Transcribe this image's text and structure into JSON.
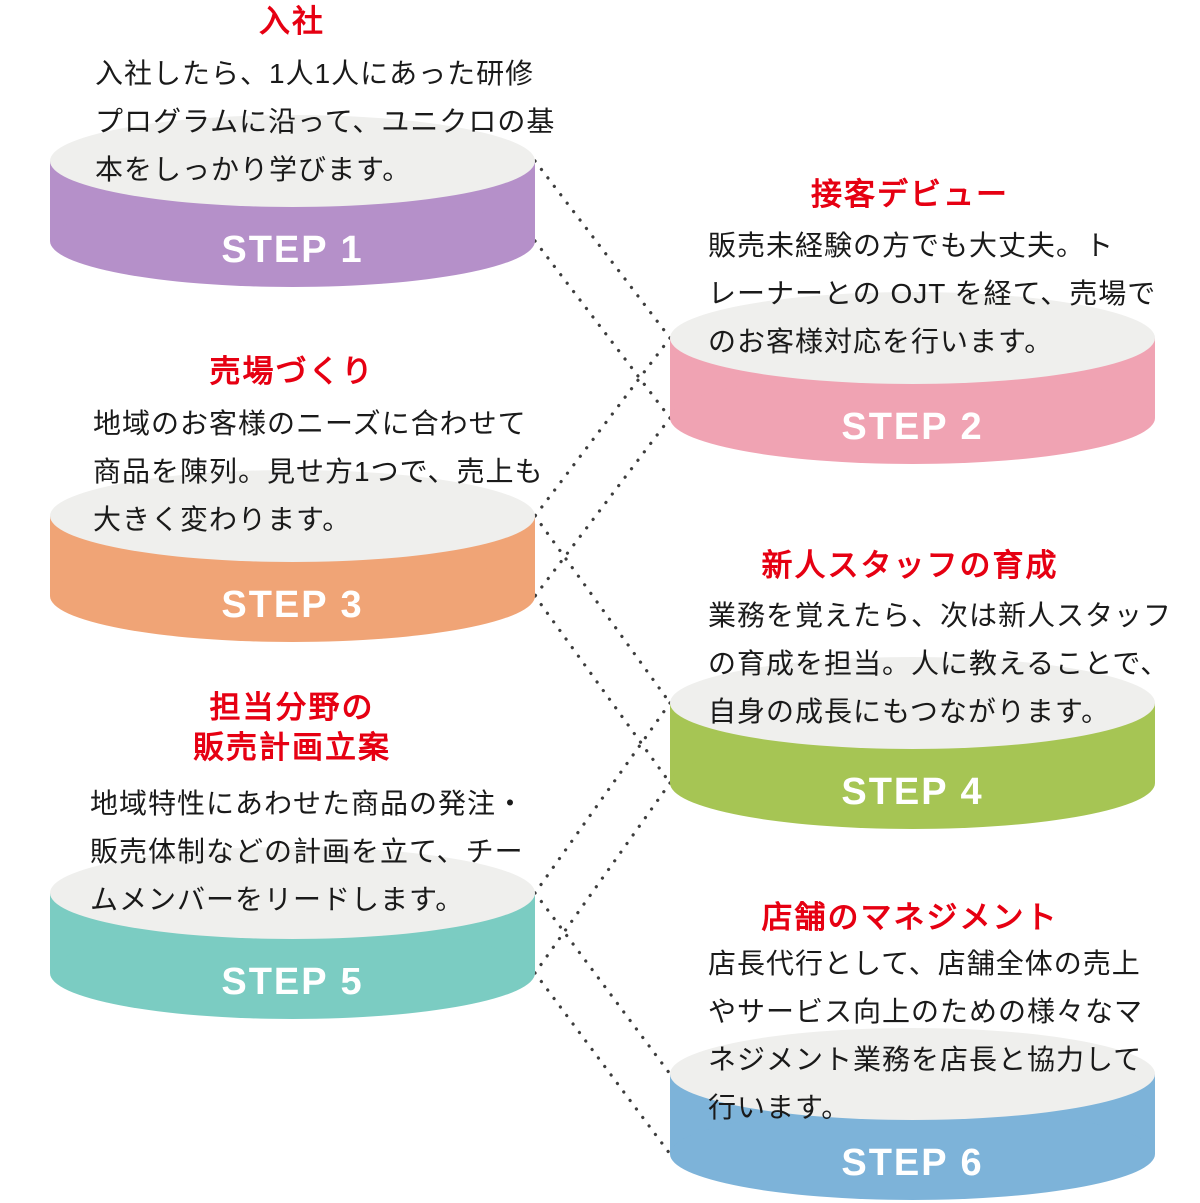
{
  "colors": {
    "title_red": "#e60012",
    "desc_text": "#1a1a1a",
    "disc_top": "#efefed",
    "step_label_text": "#ffffff",
    "connector_dot": "#3d3d3d",
    "background": "#ffffff"
  },
  "steps": [
    {
      "label": "STEP 1",
      "title_lines": [
        "入社"
      ],
      "desc_lines": [
        "入社したら、1人1人にあった研修",
        "プログラムに沿って、ユニクロの基",
        "本をしっかり学びます。"
      ],
      "color": "#b590c9"
    },
    {
      "label": "STEP 2",
      "title_lines": [
        "接客デビュー"
      ],
      "desc_lines": [
        "販売未経験の方でも大丈夫。ト",
        "レーナーとの OJT を経て、売場で",
        "のお客様対応を行います。"
      ],
      "color": "#f0a3b3"
    },
    {
      "label": "STEP 3",
      "title_lines": [
        "売場づくり"
      ],
      "desc_lines": [
        "地域のお客様のニーズに合わせて",
        "商品を陳列。見せ方1つで、売上も",
        "大きく変わります。"
      ],
      "color": "#f0a476"
    },
    {
      "label": "STEP 4",
      "title_lines": [
        "新人スタッフの育成"
      ],
      "desc_lines": [
        "業務を覚えたら、次は新人スタッフ",
        "の育成を担当。人に教えることで、",
        "自身の成長にもつながります。"
      ],
      "color": "#a6c554"
    },
    {
      "label": "STEP 5",
      "title_lines": [
        "担当分野の",
        "販売計画立案"
      ],
      "desc_lines": [
        "地域特性にあわせた商品の発注・",
        "販売体制などの計画を立て、チー",
        "ムメンバーをリードします。"
      ],
      "color": "#7bccc2"
    },
    {
      "label": "STEP 6",
      "title_lines": [
        "店舗のマネジメント"
      ],
      "desc_lines": [
        "店長代行として、店舗全体の売上",
        "やサービス向上のための様々なマ",
        "ネジメント業務を店長と協力して",
        "行います。"
      ],
      "color": "#7db3d9"
    }
  ]
}
